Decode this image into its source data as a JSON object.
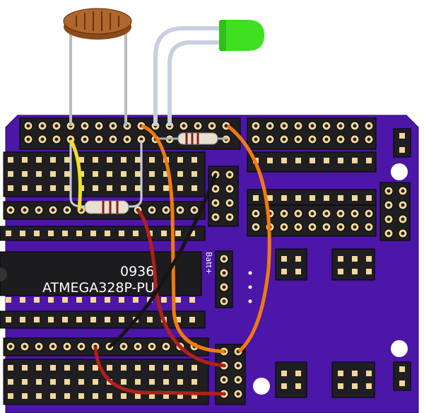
{
  "chip": {
    "date_code": "0936",
    "part_number": "ATMEGA328P-PU"
  },
  "battery_header_label": "Batt+",
  "colors": {
    "board": "#4c16a8",
    "header": "#1f1f22",
    "pad": "#f3d79a",
    "wire_orange": "#f07a10",
    "wire_red": "#b0201a",
    "wire_black": "#151515",
    "wire_yellow": "#f2e020",
    "led": "#36e01c",
    "ldr": "#b0662c"
  }
}
